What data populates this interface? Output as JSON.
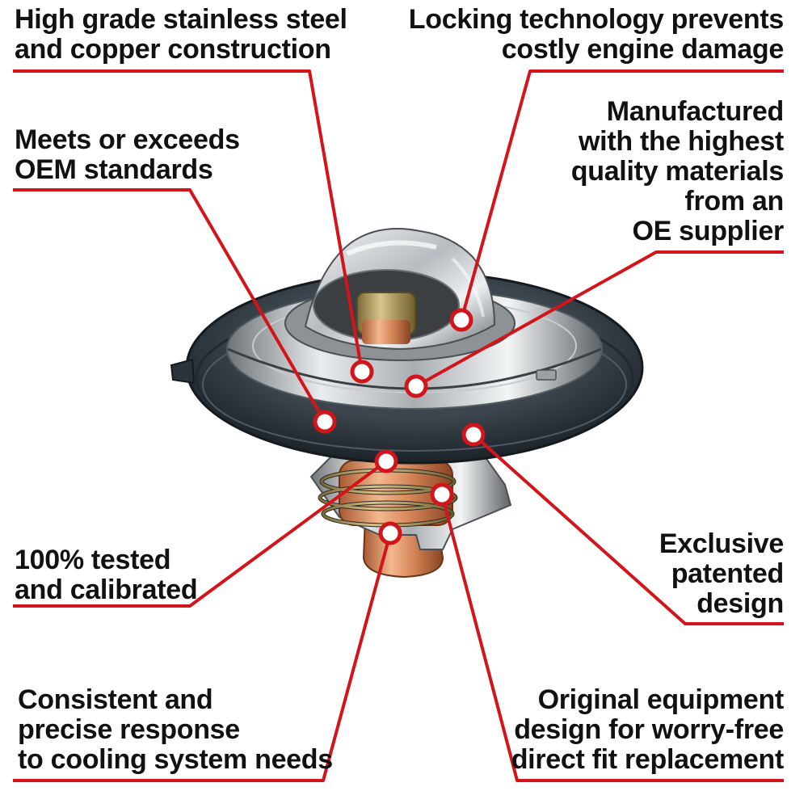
{
  "colors": {
    "callout": "#d3141b",
    "text": "#111111",
    "background": "#ffffff"
  },
  "product": {
    "description": "engine coolant thermostat with black rubber gasket"
  },
  "callouts": {
    "steel": "High grade stainless steel\nand copper construction",
    "locking": "Locking technology prevents\ncostly engine damage",
    "oem": "Meets or exceeds\nOEM standards",
    "manufactured": "Manufactured\nwith the highest\nquality materials\nfrom an\nOE supplier",
    "tested": "100% tested\nand calibrated",
    "exclusive": "Exclusive\npatented\ndesign",
    "consistent": "Consistent and\nprecise response\nto cooling system needs",
    "original": "Original equipment\ndesign for worry-free\ndirect fit replacement"
  }
}
